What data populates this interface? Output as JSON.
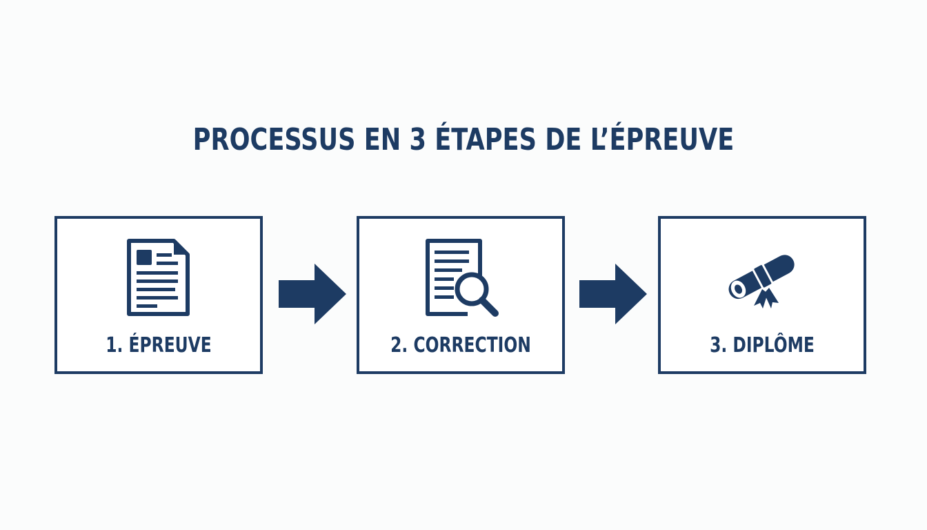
{
  "title": "PROCESSUS EN 3 ÉTAPES DE L’ÉPREUVE",
  "colors": {
    "primary": "#1d3b63",
    "background": "#fbfcfc"
  },
  "steps": [
    {
      "label": "1. ÉPREUVE",
      "icon": "document-icon"
    },
    {
      "label": "2. CORRECTION",
      "icon": "document-search-icon"
    },
    {
      "label": "3. DIPLÔME",
      "icon": "diploma-scroll-icon"
    }
  ]
}
